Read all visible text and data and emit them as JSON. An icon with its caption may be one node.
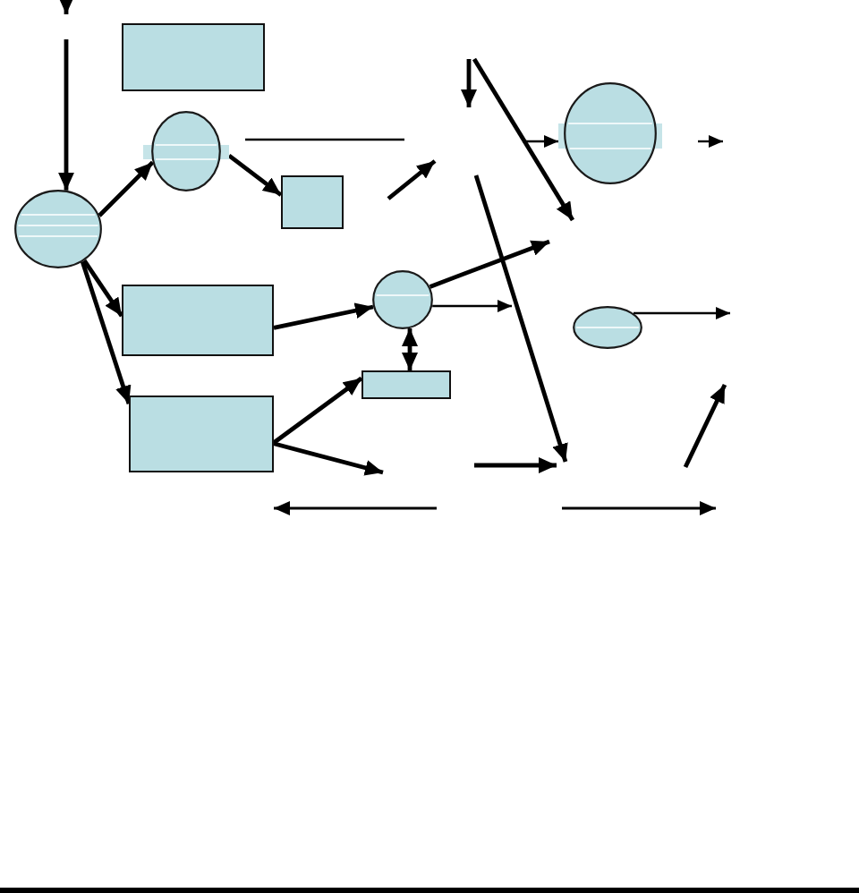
{
  "diagram": {
    "nodes": [
      {
        "text": [],
        "shape": "box"
      },
      {
        "text": [],
        "shape": "circle"
      },
      {
        "text": [],
        "shape": "circle"
      },
      {
        "text": [],
        "shape": "box"
      },
      {
        "text": [],
        "shape": "circle"
      },
      {
        "text": [],
        "shape": "circle"
      },
      {
        "text": [],
        "shape": "box"
      },
      {
        "text": [],
        "shape": "ellipse"
      },
      {
        "text": [],
        "shape": "box"
      },
      {
        "text": [],
        "shape": "box"
      }
    ],
    "edges": [
      {
        "from": null,
        "to": 4,
        "arrow": "to"
      },
      {
        "from": 4,
        "to": 2,
        "arrow": "to"
      },
      {
        "from": 2,
        "to": 3,
        "arrow": "to"
      },
      {
        "from": 4,
        "to": 6,
        "arrow": "to"
      },
      {
        "from": 4,
        "to": 9,
        "arrow": "to"
      },
      {
        "from": 6,
        "to": 5,
        "arrow": "to"
      },
      {
        "from": 9,
        "to": 8,
        "arrow": "to"
      },
      {
        "from": 5,
        "to": 8,
        "arrow": "both"
      },
      {
        "from": null,
        "to": 1,
        "arrow": "to"
      },
      {
        "from": 5,
        "to": null,
        "arrow": "to"
      },
      {
        "from": 5,
        "to": null,
        "arrow": "to"
      },
      {
        "from": 9,
        "to": null,
        "arrow": "to"
      },
      {
        "from": 7,
        "to": null,
        "arrow": "to"
      }
    ]
  }
}
